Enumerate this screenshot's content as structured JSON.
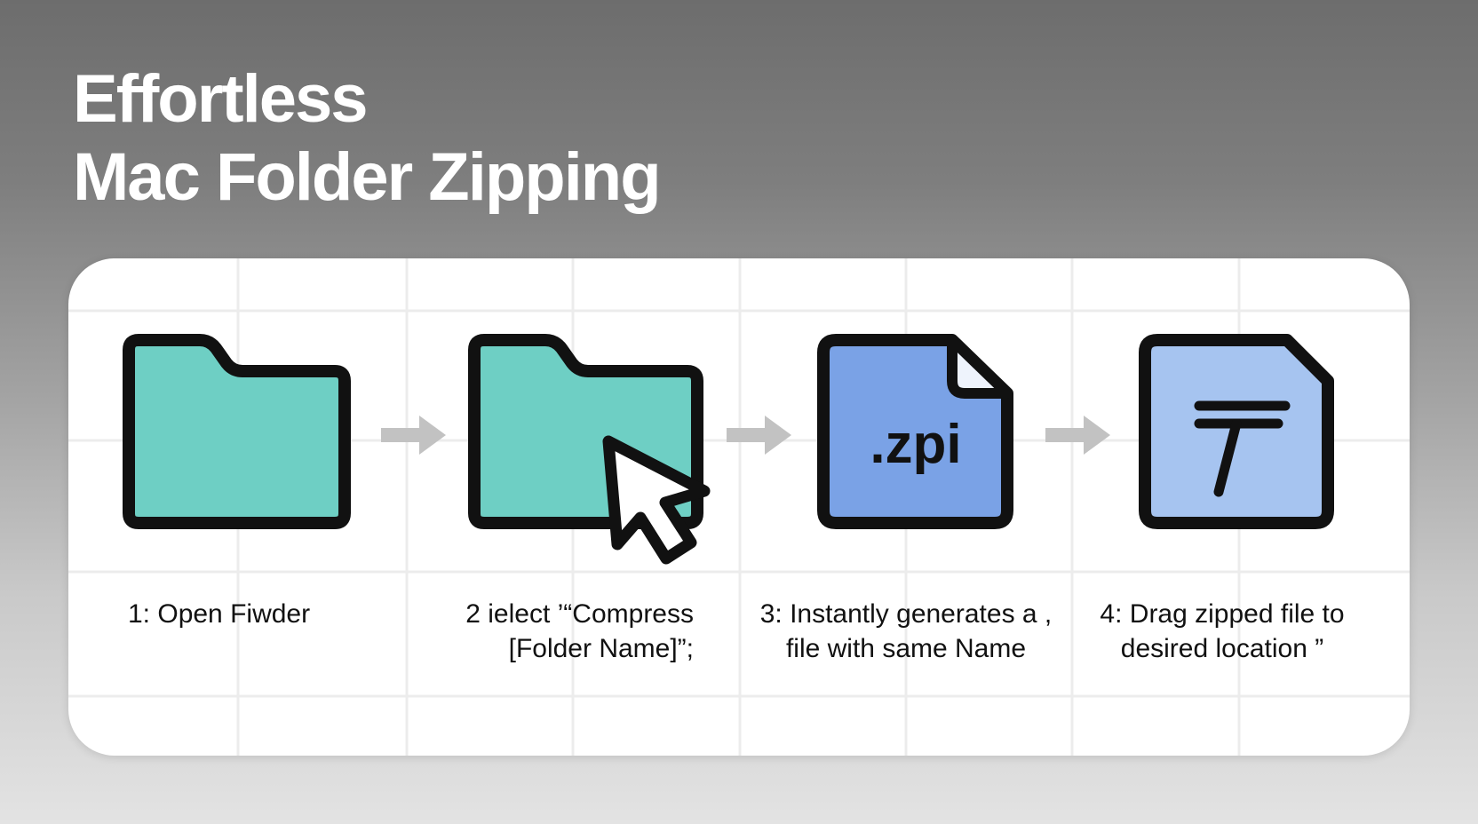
{
  "title": {
    "line1": "Effortless",
    "line2": "Mac Folder Zipping"
  },
  "steps": [
    {
      "lines": [
        "1: Open Fiwder"
      ],
      "icon": "folder-icon"
    },
    {
      "lines": [
        "2 іelect  ’“Compress",
        "[Folder Name]”;"
      ],
      "icon": "folder-with-cursor-icon"
    },
    {
      "lines": [
        "3: Instantly generates a ,",
        "file with same Name"
      ],
      "icon": "zip-file-icon",
      "icon_text": ".zpi"
    },
    {
      "lines": [
        "4: Drag zipped file to",
        "desired location ”"
      ],
      "icon": "zipped-file-icon"
    }
  ],
  "colors": {
    "folder": "#6ecfc4",
    "zip_file": "#7aa2e6",
    "zipped_file": "#a6c4f0",
    "arrow": "#c2c2c2",
    "outline": "#111111"
  }
}
